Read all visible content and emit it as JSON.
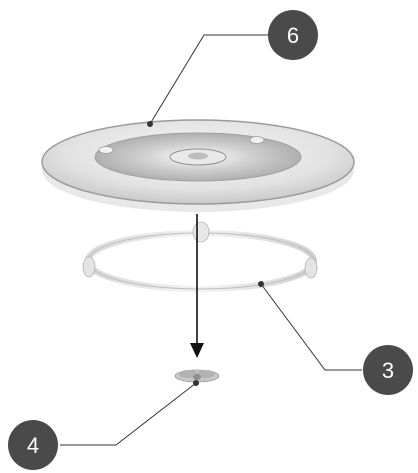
{
  "diagram": {
    "parts": [
      {
        "id": "glass-tray",
        "callout": "6"
      },
      {
        "id": "roller-ring",
        "callout": "3"
      },
      {
        "id": "coupler",
        "callout": "4"
      }
    ],
    "colors": {
      "callout_fill": "#4a4a4a",
      "leader_line": "#333333",
      "arrow": "#111111"
    }
  }
}
